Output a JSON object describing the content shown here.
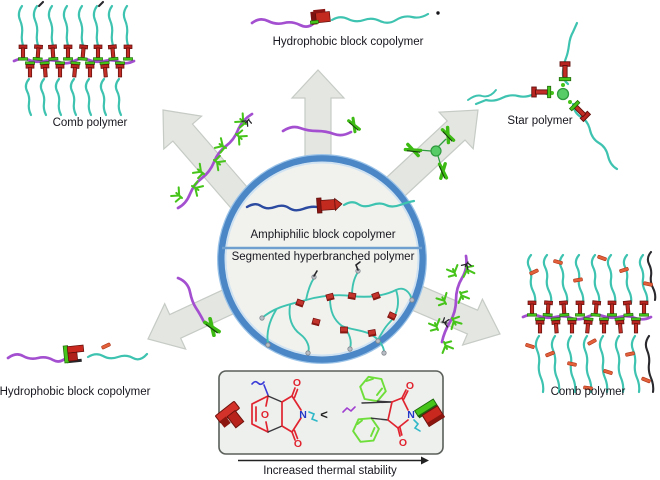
{
  "labels": {
    "comb_top": "Comb polymer",
    "hydrophobic_top": "Hydrophobic block copolymer",
    "star": "Star polymer",
    "amphiphilic": "Amphiphilic block copolymer",
    "segmented": "Segmented hyperbranched polymer",
    "hydrophobic_bottom": "Hydrophobic block copolymer",
    "comb_bottom": "Comb polymer",
    "comparison": "<",
    "thermal": "Increased thermal stability"
  },
  "chem": {
    "n": "N",
    "o": "O"
  },
  "colors": {
    "teal_chain": "#3fc3b1",
    "purple_chain": "#a34fd0",
    "navy_chain": "#2b4aa0",
    "red_block": "#c22a20",
    "green_linker": "#46c41a",
    "green_sphere": "#58cc66",
    "circle_ring_blue": "#4b86c6",
    "arrow_gray": "#e4e6e2",
    "inset_fill": "#eef0ed",
    "chem_red": "#e02430",
    "chem_green": "#6ede3a",
    "atom_blue": "#2438c8",
    "orange_tick": "#e2603a"
  }
}
